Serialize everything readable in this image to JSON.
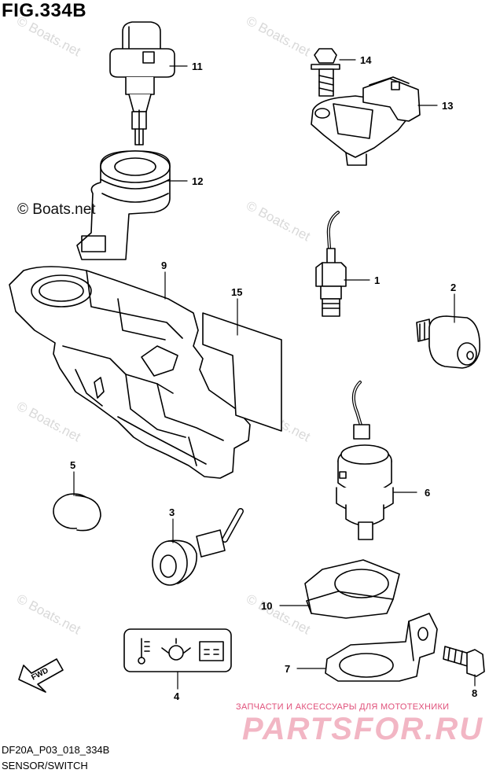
{
  "figure": {
    "title": "FIG.334B",
    "code": "DF20A_P03_018_334B",
    "name": "SENSOR/SWITCH"
  },
  "watermark": {
    "copyright": "© Boats.net",
    "faint": "© Boats.net",
    "tagline": "ЗАПЧАСТИ И АКСЕССУАРЫ ДЛЯ МОТОТЕХНИКИ",
    "brand": "PARTSFOR.RU",
    "brand_color": "#f2b6c4",
    "tagline_color": "#e0507a"
  },
  "fwd_label": "FWD",
  "callouts": [
    "1",
    "2",
    "3",
    "4",
    "5",
    "6",
    "7",
    "8",
    "9",
    "10",
    "11",
    "12",
    "13",
    "14",
    "15"
  ]
}
